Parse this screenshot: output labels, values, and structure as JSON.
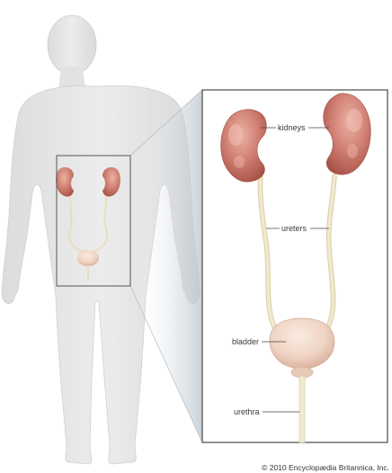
{
  "labels": {
    "kidneys": "kidneys",
    "ureters": "ureters",
    "bladder": "bladder",
    "urethra": "urethra"
  },
  "copyright": "© 2010 Encyclopædia Britannica, Inc.",
  "colors": {
    "background": "#ffffff",
    "body_silhouette": "#e8e8e8",
    "body_outline": "#cfcfcf",
    "inset_panel": "#ffffff",
    "inset_border": "#4a4a4a",
    "connector_shade": "#d7dde3",
    "kidney": "#c9756b",
    "kidney_highlight": "#e6a89b",
    "kidney_shadow": "#a85548",
    "ureter": "#efe6c8",
    "ureter_outline": "#d6caa3",
    "bladder": "#f0d7c8",
    "bladder_shadow": "#d9b5a2",
    "leader_line": "#444444"
  }
}
